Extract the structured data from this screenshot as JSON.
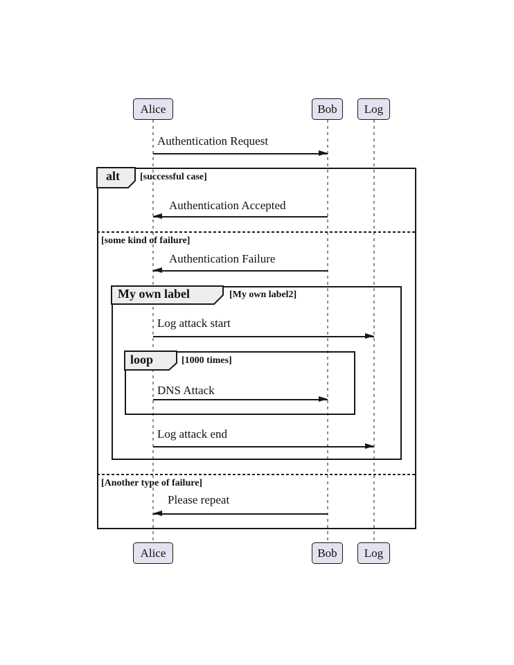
{
  "diagram": {
    "type": "sequence-diagram",
    "participants": [
      {
        "id": "alice",
        "label": "Alice"
      },
      {
        "id": "bob",
        "label": "Bob"
      },
      {
        "id": "log",
        "label": "Log"
      }
    ],
    "alt_frame": {
      "operator": "alt",
      "sections": [
        {
          "guard": "[successful case]"
        },
        {
          "guard": "[some kind of failure]"
        },
        {
          "guard": "[Another type of failure]"
        }
      ]
    },
    "custom_frame": {
      "operator": "My own label",
      "guard": "[My own label2]"
    },
    "loop_frame": {
      "operator": "loop",
      "guard": "[1000 times]"
    },
    "messages": [
      {
        "label": "Authentication Request",
        "from": "Alice",
        "to": "Bob",
        "direction": "right"
      },
      {
        "label": "Authentication Accepted",
        "from": "Bob",
        "to": "Alice",
        "direction": "left"
      },
      {
        "label": "Authentication Failure",
        "from": "Bob",
        "to": "Alice",
        "direction": "left"
      },
      {
        "label": "Log attack start",
        "from": "Alice",
        "to": "Log",
        "direction": "right"
      },
      {
        "label": "DNS Attack",
        "from": "Alice",
        "to": "Bob",
        "direction": "right"
      },
      {
        "label": "Log attack end",
        "from": "Alice",
        "to": "Log",
        "direction": "right"
      },
      {
        "label": "Please repeat",
        "from": "Bob",
        "to": "Alice",
        "direction": "left"
      }
    ],
    "colors": {
      "actor_fill": "#E2E2F0",
      "operator_tab_fill": "#EEEEEE",
      "stroke": "#181818",
      "lifeline": "#8C8C8C",
      "background": "#FFFFFF"
    }
  }
}
